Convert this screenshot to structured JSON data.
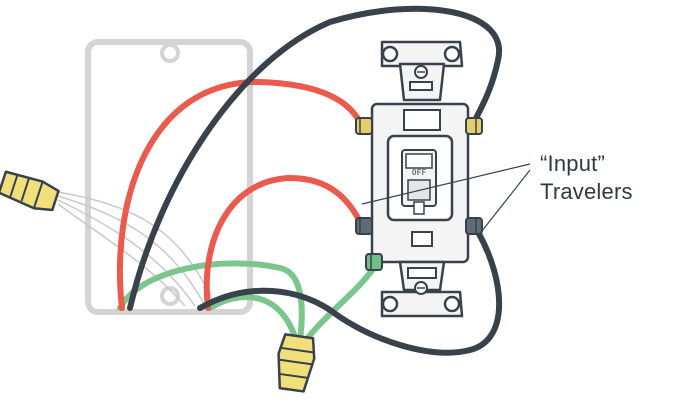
{
  "callout": {
    "line1": "“Input”",
    "line2": "Travelers"
  },
  "switch": {
    "toggle_label": "OFF"
  },
  "colors": {
    "red_wire": "#ea5b4d",
    "black_wire": "#39424c",
    "green_wire": "#7cc68e",
    "wire_nut": "#f1e07a",
    "brass_screw": "#e4d06b",
    "dark_screw": "#5f6c78",
    "green_screw": "#6fbf84",
    "outline": "#c8c8c8",
    "device_fill": "#f4f4f4"
  },
  "icons": {
    "junction_box": "electrical-box-outline",
    "switch": "three-way-switch",
    "wire_nut": "wire-nut-connector"
  }
}
